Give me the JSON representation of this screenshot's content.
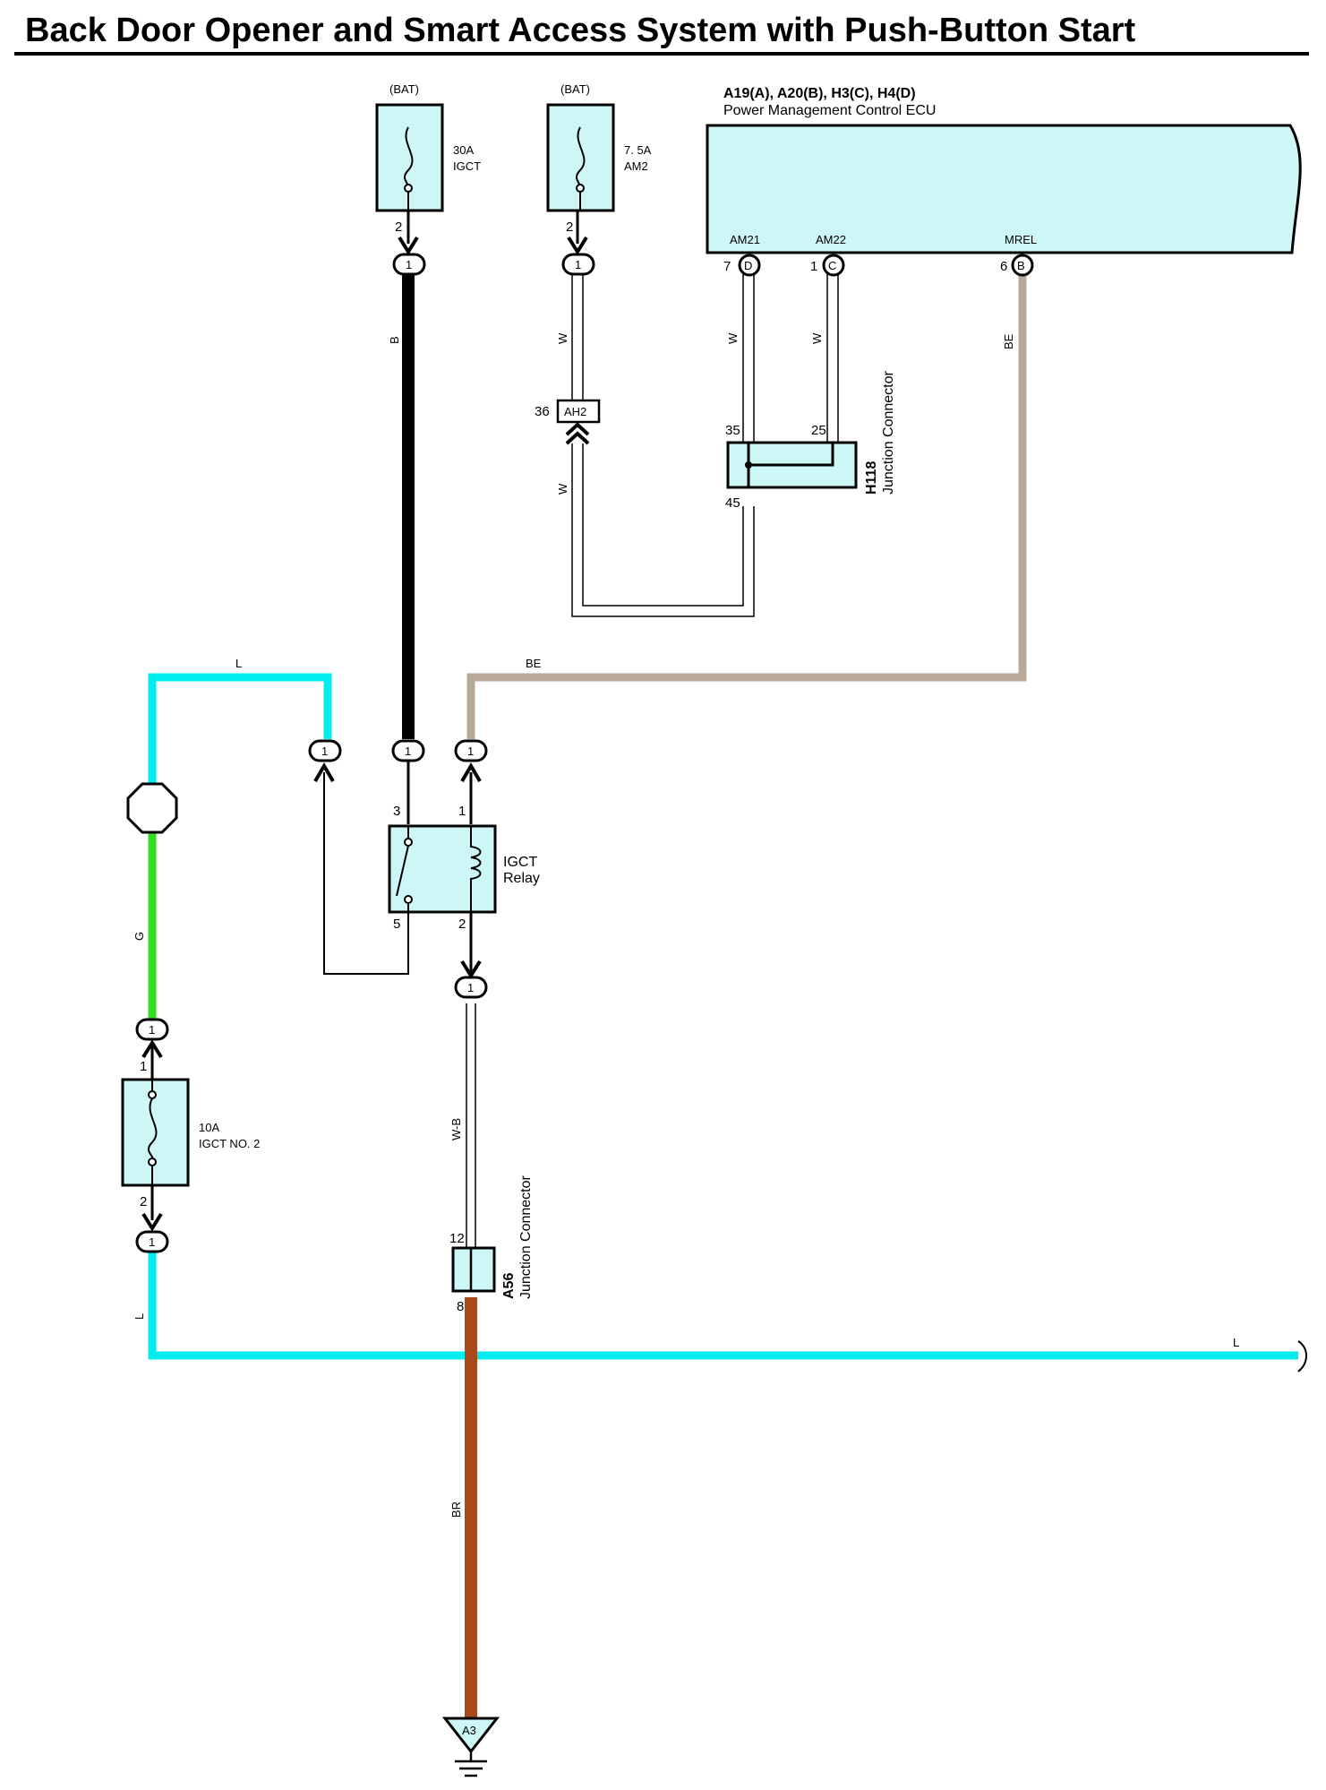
{
  "title": "Back Door Opener and Smart Access System with Push-Button Start",
  "fuses": {
    "igct": {
      "source": "(BAT)",
      "rating": "30A",
      "name": "IGCT",
      "pin_out": "2"
    },
    "am2": {
      "source": "(BAT)",
      "rating": "7. 5A",
      "name": "AM2",
      "pin_out": "2"
    },
    "igct_no2": {
      "rating": "10A",
      "name": "IGCT NO. 2",
      "pin_in": "1",
      "pin_out": "2"
    }
  },
  "ecu": {
    "connectors": "A19(A), A20(B), H3(C), H4(D)",
    "name": "Power Management Control ECU",
    "pins": [
      {
        "pin": "7",
        "terminal": "D",
        "name": "AM21"
      },
      {
        "pin": "1",
        "terminal": "C",
        "name": "AM22"
      },
      {
        "pin": "6",
        "terminal": "B",
        "name": "MREL"
      }
    ]
  },
  "connector_ah2": {
    "label": "AH2",
    "pin": "36"
  },
  "junction_h118": {
    "id": "H118",
    "name": "Junction Connector",
    "pins": [
      "35",
      "25",
      "45"
    ]
  },
  "junction_a56": {
    "id": "A56",
    "name": "Junction Connector",
    "pins": [
      "12",
      "8"
    ]
  },
  "relay": {
    "name_line1": "IGCT",
    "name_line2": "Relay",
    "pins": [
      "3",
      "1",
      "5",
      "2"
    ]
  },
  "ground": {
    "label": "A3"
  },
  "connector_one": "1",
  "wire_colors": {
    "b": "B",
    "w": "W",
    "be": "BE",
    "l": "L",
    "g": "G",
    "wb": "W-B",
    "br": "BR"
  },
  "colors": {
    "blue_wire": "#00eeee",
    "green_wire": "#33dd22",
    "beige_wire": "#b9a99a",
    "brown_wire": "#a84a1c",
    "black_wire": "#000000",
    "component_fill": "#cdf6f6"
  }
}
